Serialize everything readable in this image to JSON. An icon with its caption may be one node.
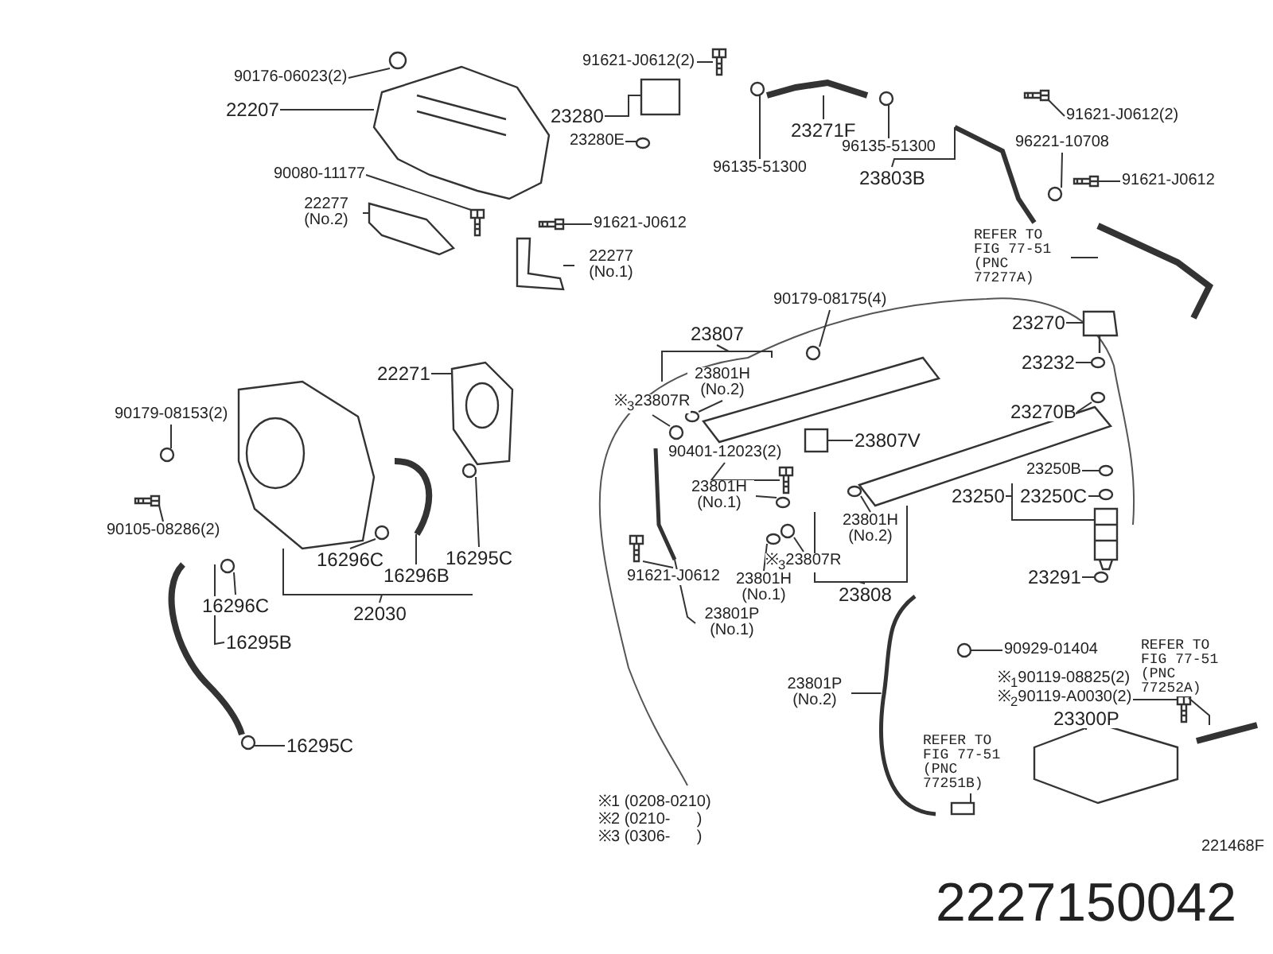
{
  "diagram": {
    "nodes": [
      {
        "text": [
          "91621-J0612(2)"
        ]
      },
      {
        "text": [
          "90176-06023(2)"
        ]
      },
      {
        "text": [
          "22207"
        ]
      },
      {
        "text": [
          "23280"
        ]
      },
      {
        "text": [
          "91621-J0612(2)"
        ]
      },
      {
        "text": [
          "23271F"
        ]
      },
      {
        "text": [
          "23280E"
        ]
      },
      {
        "text": [
          "96135-51300"
        ]
      },
      {
        "text": [
          "96135-51300"
        ]
      },
      {
        "text": [
          "22277 (No.2)"
        ]
      },
      {
        "text": [
          "90080-11177"
        ]
      },
      {
        "text": [
          "96221-10708"
        ]
      },
      {
        "text": [
          "23803B"
        ]
      },
      {
        "text": [
          "91621-J0612"
        ]
      },
      {
        "text": [
          "91621-J0612"
        ]
      },
      {
        "text": [
          "22277 (No.1)"
        ]
      },
      {
        "text": [
          "REFER TO FIG 77-51 (PNC 77277A)"
        ]
      },
      {
        "text": [
          "90179-08175(4)"
        ]
      },
      {
        "text": [
          "23270"
        ]
      },
      {
        "text": [
          "23807"
        ]
      },
      {
        "text": [
          "22271"
        ]
      },
      {
        "text": [
          "23801H (No.2)"
        ]
      },
      {
        "text": [
          "23232"
        ]
      },
      {
        "text": [
          "※$_{3}$23807R"
        ]
      },
      {
        "text": [
          "90179-08153(2)"
        ]
      },
      {
        "text": [
          "23270B"
        ]
      },
      {
        "text": [
          "23807V"
        ]
      },
      {
        "text": [
          "90401-12023(2)"
        ]
      },
      {
        "text": [
          "23250B"
        ]
      },
      {
        "text": [
          "90105-08286(2)"
        ]
      },
      {
        "text": [
          "23250"
        ]
      },
      {
        "text": [
          "23250C"
        ]
      },
      {
        "text": [
          "23801H (No.1)"
        ]
      },
      {
        "text": [
          "23801H (No.2)"
        ]
      },
      {
        "text": [
          "16296C"
        ]
      },
      {
        "text": [
          "16296B"
        ]
      },
      {
        "text": [
          "16295C"
        ]
      },
      {
        "text": [
          "※$_{3}$23807R"
        ]
      },
      {
        "text": [
          "91621-J0612"
        ]
      },
      {
        "text": [
          "23801H (No.1)"
        ]
      },
      {
        "text": [
          "23291"
        ]
      },
      {
        "text": [
          "23808"
        ]
      },
      {
        "text": [
          "16296C"
        ]
      },
      {
        "text": [
          "22030"
        ]
      },
      {
        "text": [
          "23801P (No.1)"
        ]
      },
      {
        "text": [
          "90929-01404"
        ]
      },
      {
        "text": [
          "16295B"
        ]
      },
      {
        "text": [
          "23801P (No.2)"
        ]
      },
      {
        "text": [
          "※$_{1}$90119-08825(2)"
        ]
      },
      {
        "text": [
          "※$_{2}$90119-A0030(2)"
        ]
      },
      {
        "text": [
          "REFER TO FIG 77-51 (PNC 77252A)"
        ]
      },
      {
        "text": [
          "23300P"
        ]
      },
      {
        "text": [
          "REFER TO FIG 77-51 (PNC 77251B)"
        ]
      },
      {
        "text": [
          "16295C"
        ]
      },
      {
        "text": [],
        "shape": "picture"
      },
      {
        "text": [],
        "shape": "circle"
      },
      {
        "text": [],
        "shape": "picture"
      },
      {
        "text": [],
        "shape": "box"
      },
      {
        "text": [],
        "shape": "picture"
      },
      {
        "text": [],
        "shape": "picture"
      },
      {
        "text": [],
        "shape": "ellipse"
      },
      {
        "text": [],
        "shape": "circle"
      },
      {
        "text": [],
        "shape": "circle"
      },
      {
        "text": [],
        "shape": "picture"
      },
      {
        "text": [],
        "shape": "picture"
      },
      {
        "text": [],
        "shape": "circle"
      },
      {
        "text": [],
        "shape": "picture"
      },
      {
        "text": [],
        "shape": "picture"
      },
      {
        "text": [],
        "shape": "picture"
      },
      {
        "text": [],
        "shape": "picture"
      },
      {
        "text": [],
        "shape": "picture"
      },
      {
        "text": [],
        "shape": "circle"
      },
      {
        "text": [],
        "shape": "picture"
      },
      {
        "text": [],
        "shape": "picture"
      },
      {
        "text": [],
        "shape": "picture"
      },
      {
        "text": [],
        "shape": "ellipse"
      },
      {
        "text": [],
        "shape": "ellipse"
      },
      {
        "text": [],
        "shape": "circle"
      },
      {
        "text": [],
        "shape": "circle"
      },
      {
        "text": [],
        "shape": "ellipse"
      },
      {
        "text": [],
        "shape": "box"
      },
      {
        "text": [],
        "shape": "picture"
      },
      {
        "text": [],
        "shape": "ellipse"
      },
      {
        "text": [],
        "shape": "picture"
      },
      {
        "text": [],
        "shape": "picture"
      },
      {
        "text": [],
        "shape": "ellipse"
      },
      {
        "text": [],
        "shape": "ellipse"
      },
      {
        "text": [],
        "shape": "ellipse"
      },
      {
        "text": [],
        "shape": "circle"
      },
      {
        "text": [],
        "shape": "picture"
      },
      {
        "text": [],
        "shape": "circle"
      },
      {
        "text": [],
        "shape": "circle"
      },
      {
        "text": [],
        "shape": "picture"
      },
      {
        "text": [],
        "shape": "ellipse"
      },
      {
        "text": [],
        "shape": "ellipse"
      },
      {
        "text": [],
        "shape": "picture"
      },
      {
        "text": [],
        "shape": "circle"
      },
      {
        "text": [],
        "shape": "picture"
      },
      {
        "text": [],
        "shape": "picture"
      },
      {
        "text": [],
        "shape": "circle"
      },
      {
        "text": [],
        "shape": "picture"
      },
      {
        "text": [],
        "shape": "picture"
      },
      {
        "text": [],
        "shape": "picture"
      },
      {
        "text": [],
        "shape": "picture"
      },
      {
        "text": [],
        "shape": "picture"
      },
      {
        "text": [],
        "shape": "box"
      },
      {
        "text": [],
        "shape": "circle"
      }
    ],
    "edges": [
      {
        "from": 0,
        "to": 54,
        "arrow": "none"
      },
      {
        "from": 1,
        "to": 55,
        "arrow": "none"
      },
      {
        "from": 2,
        "to": 56,
        "arrow": "none"
      },
      {
        "from": 3,
        "to": 57,
        "arrow": "none"
      },
      {
        "from": 4,
        "to": 58,
        "arrow": "none"
      },
      {
        "from": 5,
        "to": 59,
        "arrow": "none"
      },
      {
        "from": 6,
        "to": 60,
        "arrow": "none"
      },
      {
        "from": 7,
        "to": 61,
        "arrow": "none"
      },
      {
        "from": 8,
        "to": 62,
        "arrow": "none"
      },
      {
        "from": 9,
        "to": 63,
        "arrow": "none"
      },
      {
        "from": 10,
        "to": 64,
        "arrow": "none"
      },
      {
        "from": 11,
        "to": 65,
        "arrow": "none"
      },
      {
        "from": 12,
        "to": 66,
        "arrow": "none"
      },
      {
        "from": 13,
        "to": 67,
        "arrow": "none"
      },
      {
        "from": 14,
        "to": 68,
        "arrow": "none"
      },
      {
        "from": 15,
        "to": 69,
        "arrow": "none"
      },
      {
        "from": 16,
        "to": 70,
        "arrow": "none"
      },
      {
        "from": 17,
        "to": 71,
        "arrow": "none"
      },
      {
        "from": 18,
        "to": 72,
        "arrow": "none"
      },
      {
        "from": 19,
        "to": 73,
        "arrow": "none"
      },
      {
        "from": 20,
        "to": 74,
        "arrow": "none"
      },
      {
        "from": 21,
        "to": 75,
        "arrow": "none"
      },
      {
        "from": 22,
        "to": 76,
        "arrow": "none"
      },
      {
        "from": 23,
        "to": 77,
        "arrow": "none"
      },
      {
        "from": 24,
        "to": 78,
        "arrow": "none"
      },
      {
        "from": 25,
        "to": 79,
        "arrow": "none"
      },
      {
        "from": 26,
        "to": 80,
        "arrow": "none"
      },
      {
        "from": 27,
        "to": 81,
        "arrow": "none"
      },
      {
        "from": 28,
        "to": 82,
        "arrow": "none"
      },
      {
        "from": 29,
        "to": 83,
        "arrow": "none"
      },
      {
        "from": 30,
        "to": 84,
        "arrow": "none"
      },
      {
        "from": 31,
        "to": 85,
        "arrow": "none"
      },
      {
        "from": 32,
        "to": 86,
        "arrow": "none"
      },
      {
        "from": 33,
        "to": 87,
        "arrow": "none"
      },
      {
        "from": 34,
        "to": 88,
        "arrow": "none"
      },
      {
        "from": 35,
        "to": 89,
        "arrow": "none"
      },
      {
        "from": 36,
        "to": 90,
        "arrow": "none"
      },
      {
        "from": 37,
        "to": 91,
        "arrow": "none"
      },
      {
        "from": 38,
        "to": 92,
        "arrow": "none"
      },
      {
        "from": 39,
        "to": 93,
        "arrow": "none"
      },
      {
        "from": 40,
        "to": 94,
        "arrow": "none"
      },
      {
        "from": 41,
        "to": 95,
        "arrow": "none"
      },
      {
        "from": 42,
        "to": 96,
        "arrow": "none"
      },
      {
        "from": 43,
        "to": 97,
        "arrow": "none"
      },
      {
        "from": 44,
        "to": 98,
        "arrow": "none"
      },
      {
        "from": 45,
        "to": 99,
        "arrow": "none"
      },
      {
        "from": 46,
        "to": 100,
        "arrow": "none"
      },
      {
        "from": 47,
        "to": 101,
        "arrow": "none"
      },
      {
        "from": 49,
        "to": 102,
        "arrow": "none"
      },
      {
        "from": 50,
        "to": 103,
        "arrow": "none"
      },
      {
        "from": 51,
        "to": 104,
        "arrow": "none"
      },
      {
        "from": 52,
        "to": 105,
        "arrow": "none"
      },
      {
        "from": 53,
        "to": 106,
        "arrow": "none"
      }
    ],
    "labels": [
      "※1 (0208-0210)",
      "※2 (0210-      )",
      "※3 (0306-      )",
      "221468F",
      "2227150042"
    ]
  }
}
